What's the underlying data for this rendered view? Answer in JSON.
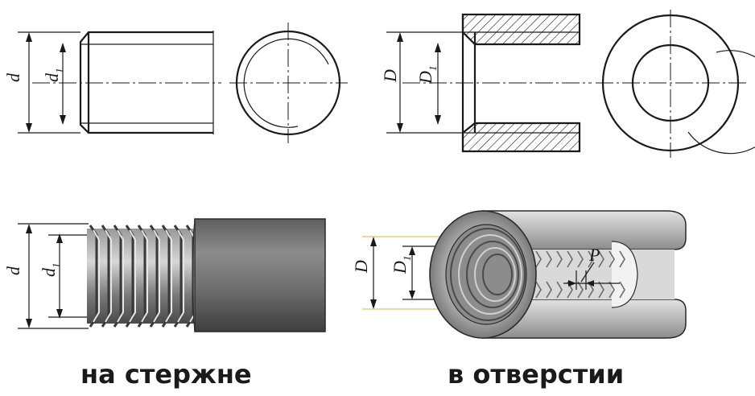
{
  "captions": {
    "external": "на стержне",
    "internal": "в отверстии"
  },
  "labels": {
    "d": "d",
    "d1_main": "d",
    "d1_sub": "1",
    "D": "D",
    "D1_main": "D",
    "D1_sub": "1",
    "P": "P"
  },
  "colors": {
    "ink": "#1a1a1a",
    "hatch": "#1a1a1a",
    "thread_dark": "#5a5a5a",
    "thread_light": "#c8c8c8",
    "shaft": "#6e6e6e",
    "sleeve_light": "#cfcfcf",
    "sleeve_dark": "#8a8a8a",
    "accent_dim": "#d8c27a"
  }
}
